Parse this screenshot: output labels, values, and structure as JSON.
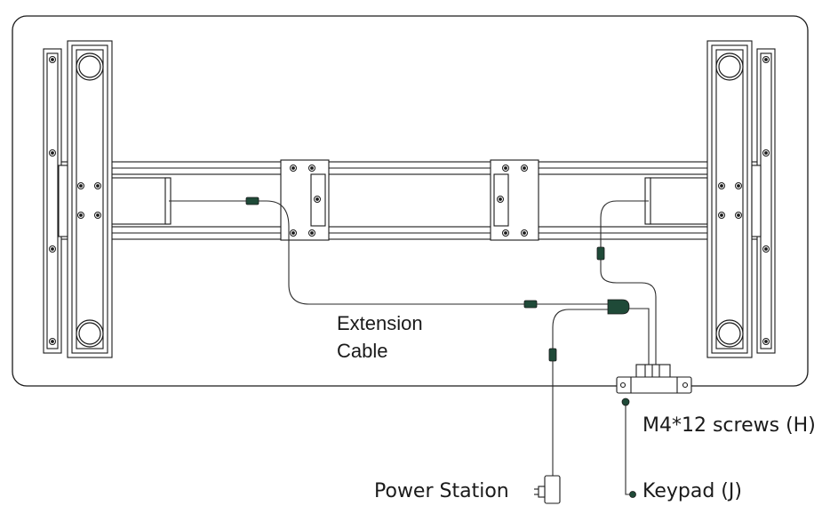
{
  "labels": {
    "extension_cable_line1": "Extension",
    "extension_cable_line2": "Cable",
    "screws": "M4*12 screws (H)",
    "keypad": "Keypad (J)",
    "power_station": "Power Station"
  },
  "colors": {
    "line": "#1a1a1a",
    "cable": "#2a2a2a",
    "connector": "#1f4a38",
    "frame_fill": "#ffffff"
  }
}
